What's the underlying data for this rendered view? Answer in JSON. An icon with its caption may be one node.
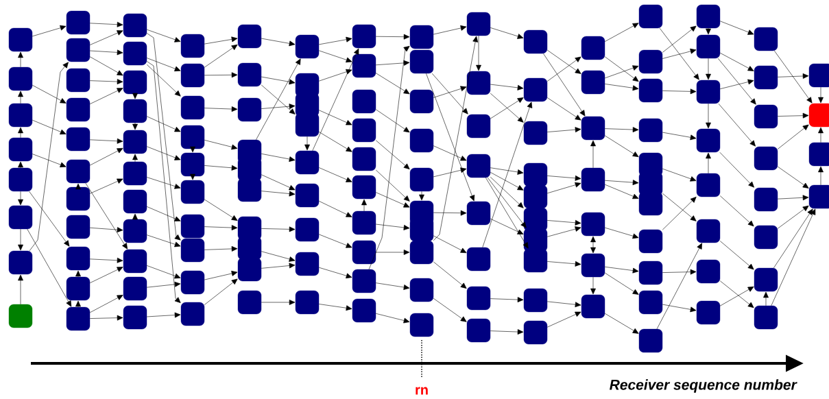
{
  "diagram": {
    "nodes": [
      {
        "text": [],
        "shape": "box"
      },
      {
        "text": [],
        "shape": "box"
      },
      {
        "text": [],
        "shape": "box"
      },
      {
        "text": [],
        "shape": "box"
      },
      {
        "text": [],
        "shape": "box"
      },
      {
        "text": [],
        "shape": "box"
      },
      {
        "text": [],
        "shape": "box"
      },
      {
        "text": [],
        "shape": "box"
      },
      {
        "text": [],
        "shape": "box"
      },
      {
        "text": [],
        "shape": "box"
      },
      {
        "text": [],
        "shape": "box"
      },
      {
        "text": [],
        "shape": "box"
      },
      {
        "text": [],
        "shape": "box"
      },
      {
        "text": [],
        "shape": "box"
      },
      {
        "text": [],
        "shape": "box"
      },
      {
        "text": [],
        "shape": "box"
      },
      {
        "text": [],
        "shape": "box"
      },
      {
        "text": [],
        "shape": "box"
      },
      {
        "text": [],
        "shape": "box"
      },
      {
        "text": [],
        "shape": "box"
      },
      {
        "text": [],
        "shape": "box"
      },
      {
        "text": [],
        "shape": "box"
      },
      {
        "text": [],
        "shape": "box"
      },
      {
        "text": [],
        "shape": "box"
      },
      {
        "text": [],
        "shape": "box"
      },
      {
        "text": [],
        "shape": "box"
      },
      {
        "text": [],
        "shape": "box"
      },
      {
        "text": [],
        "shape": "box"
      },
      {
        "text": [],
        "shape": "box"
      },
      {
        "text": [],
        "shape": "box"
      },
      {
        "text": [],
        "shape": "box"
      },
      {
        "text": [],
        "shape": "box"
      },
      {
        "text": [],
        "shape": "box"
      },
      {
        "text": [],
        "shape": "box"
      },
      {
        "text": [],
        "shape": "box"
      },
      {
        "text": [],
        "shape": "box"
      },
      {
        "text": [],
        "shape": "box"
      },
      {
        "text": [],
        "shape": "box"
      },
      {
        "text": [],
        "shape": "box"
      },
      {
        "text": [],
        "shape": "box"
      },
      {
        "text": [],
        "shape": "box"
      },
      {
        "text": [],
        "shape": "box"
      },
      {
        "text": [],
        "shape": "box"
      },
      {
        "text": [],
        "shape": "box"
      },
      {
        "text": [],
        "shape": "box"
      },
      {
        "text": [],
        "shape": "box"
      },
      {
        "text": [],
        "shape": "box"
      },
      {
        "text": [],
        "shape": "box"
      },
      {
        "text": [],
        "shape": "box"
      },
      {
        "text": [],
        "shape": "box"
      },
      {
        "text": [],
        "shape": "box"
      },
      {
        "text": [],
        "shape": "box"
      },
      {
        "text": [],
        "shape": "box"
      },
      {
        "text": [],
        "shape": "box"
      },
      {
        "text": [],
        "shape": "box"
      },
      {
        "text": [],
        "shape": "box"
      },
      {
        "text": [],
        "shape": "box"
      },
      {
        "text": [],
        "shape": "box"
      },
      {
        "text": [],
        "shape": "box"
      },
      {
        "text": [],
        "shape": "box"
      },
      {
        "text": [],
        "shape": "box"
      },
      {
        "text": [],
        "shape": "box"
      },
      {
        "text": [],
        "shape": "box"
      },
      {
        "text": [],
        "shape": "box"
      },
      {
        "text": [],
        "shape": "box"
      },
      {
        "text": [],
        "shape": "box"
      },
      {
        "text": [],
        "shape": "box"
      },
      {
        "text": [],
        "shape": "box"
      },
      {
        "text": [],
        "shape": "box"
      },
      {
        "text": [],
        "shape": "box"
      },
      {
        "text": [],
        "shape": "box"
      },
      {
        "text": [],
        "shape": "box"
      },
      {
        "text": [],
        "shape": "box"
      },
      {
        "text": [],
        "shape": "box"
      },
      {
        "text": [],
        "shape": "box"
      },
      {
        "text": [],
        "shape": "box"
      },
      {
        "text": [],
        "shape": "box"
      },
      {
        "text": [],
        "shape": "box"
      },
      {
        "text": [],
        "shape": "box"
      },
      {
        "text": [],
        "shape": "box"
      },
      {
        "text": [],
        "shape": "box"
      },
      {
        "text": [],
        "shape": "box"
      },
      {
        "text": [],
        "shape": "box"
      },
      {
        "text": [],
        "shape": "box"
      },
      {
        "text": [],
        "shape": "box"
      },
      {
        "text": [],
        "shape": "box"
      },
      {
        "text": [],
        "shape": "box"
      },
      {
        "text": [],
        "shape": "box"
      },
      {
        "text": [],
        "shape": "box"
      },
      {
        "text": [],
        "shape": "box"
      },
      {
        "text": [],
        "shape": "box"
      },
      {
        "text": [],
        "shape": "box"
      },
      {
        "text": [],
        "shape": "box"
      },
      {
        "text": [],
        "shape": "box"
      },
      {
        "text": [],
        "shape": "box"
      },
      {
        "text": [],
        "shape": "box"
      },
      {
        "text": [],
        "shape": "box"
      },
      {
        "text": [],
        "shape": "box"
      },
      {
        "text": [],
        "shape": "box"
      },
      {
        "text": [],
        "shape": "box"
      },
      {
        "text": [],
        "shape": "box"
      },
      {
        "text": [],
        "shape": "box"
      },
      {
        "text": [],
        "shape": "box"
      },
      {
        "text": [],
        "shape": "box"
      },
      {
        "text": [],
        "shape": "box"
      },
      {
        "text": [],
        "shape": "box"
      },
      {
        "text": [],
        "shape": "box"
      },
      {
        "text": [],
        "shape": "box"
      },
      {
        "text": [],
        "shape": "box"
      },
      {
        "text": [],
        "shape": "box"
      },
      {
        "text": [],
        "shape": "box"
      },
      {
        "text": [],
        "shape": "box"
      },
      {
        "text": [],
        "shape": "box"
      },
      {
        "text": [],
        "shape": "box"
      },
      {
        "text": [],
        "shape": "box"
      },
      {
        "text": [],
        "shape": "box"
      },
      {
        "text": [],
        "shape": "box"
      },
      {
        "text": [],
        "shape": "box"
      },
      {
        "text": [],
        "shape": "box"
      },
      {
        "text": [],
        "shape": "box"
      },
      {
        "text": [],
        "shape": "box"
      },
      {
        "text": [],
        "shape": "box"
      },
      {
        "text": [],
        "shape": "box"
      },
      {
        "text": [],
        "shape": "box"
      },
      {
        "text": [],
        "shape": "box"
      },
      {
        "text": [],
        "shape": "box"
      },
      {
        "text": [],
        "shape": "box"
      },
      {
        "text": [],
        "shape": "box"
      },
      {
        "text": [],
        "shape": "box"
      },
      {
        "text": [],
        "shape": "box"
      },
      {
        "text": [],
        "shape": "box"
      },
      {
        "text": [],
        "shape": "box"
      },
      {
        "text": [],
        "shape": "box"
      },
      {
        "text": [],
        "shape": "box"
      },
      {
        "text": [],
        "shape": "box"
      }
    ],
    "edges": [
      {
        "from": 7,
        "to": 6,
        "arrow": "to"
      },
      {
        "from": 1,
        "to": 0,
        "arrow": "to"
      },
      {
        "from": 2,
        "to": 1,
        "arrow": "to"
      },
      {
        "from": 3,
        "to": 2,
        "arrow": "to"
      },
      {
        "from": 4,
        "to": 3,
        "arrow": "to"
      },
      {
        "from": 4,
        "to": 5,
        "arrow": "to"
      },
      {
        "from": 5,
        "to": 6,
        "arrow": "to"
      },
      {
        "from": 0,
        "to": 8,
        "arrow": "to"
      },
      {
        "from": 1,
        "to": 11,
        "arrow": "to"
      },
      {
        "from": 2,
        "to": 12,
        "arrow": "to"
      },
      {
        "from": 3,
        "to": 13,
        "arrow": "to"
      },
      {
        "from": 4,
        "to": 16,
        "arrow": "to"
      },
      {
        "from": 5,
        "to": 18,
        "arrow": "to"
      },
      {
        "from": 6,
        "to": 9,
        "arrow": "to"
      },
      {
        "from": 14,
        "to": 13,
        "arrow": "to"
      },
      {
        "from": 17,
        "to": 16,
        "arrow": "to"
      },
      {
        "from": 18,
        "to": 17,
        "arrow": "to"
      },
      {
        "from": 8,
        "to": 19,
        "arrow": "to"
      },
      {
        "from": 9,
        "to": 19,
        "arrow": "to"
      },
      {
        "from": 9,
        "to": 20,
        "arrow": "to"
      },
      {
        "from": 9,
        "to": 21,
        "arrow": "to"
      },
      {
        "from": 10,
        "to": 21,
        "arrow": "to"
      },
      {
        "from": 11,
        "to": 21,
        "arrow": "to"
      },
      {
        "from": 12,
        "to": 23,
        "arrow": "to"
      },
      {
        "from": 13,
        "to": 23,
        "arrow": "to"
      },
      {
        "from": 14,
        "to": 24,
        "arrow": "to"
      },
      {
        "from": 15,
        "to": 26,
        "arrow": "to"
      },
      {
        "from": 16,
        "to": 27,
        "arrow": "to"
      },
      {
        "from": 17,
        "to": 27,
        "arrow": "to"
      },
      {
        "from": 18,
        "to": 28,
        "arrow": "to"
      },
      {
        "from": 18,
        "to": 29,
        "arrow": "to"
      },
      {
        "from": 13,
        "to": 27,
        "arrow": "to"
      },
      {
        "from": 21,
        "to": 22,
        "arrow": "to"
      },
      {
        "from": 22,
        "to": 23,
        "arrow": "to"
      },
      {
        "from": 24,
        "to": 23,
        "arrow": "to"
      },
      {
        "from": 26,
        "to": 25,
        "arrow": "to"
      },
      {
        "from": 19,
        "to": 30,
        "arrow": "to"
      },
      {
        "from": 20,
        "to": 31,
        "arrow": "to"
      },
      {
        "from": 20,
        "to": 32,
        "arrow": "to"
      },
      {
        "from": 22,
        "to": 33,
        "arrow": "to"
      },
      {
        "from": 23,
        "to": 34,
        "arrow": "to"
      },
      {
        "from": 24,
        "to": 35,
        "arrow": "to"
      },
      {
        "from": 25,
        "to": 36,
        "arrow": "to"
      },
      {
        "from": 26,
        "to": 37,
        "arrow": "to"
      },
      {
        "from": 27,
        "to": 38,
        "arrow": "to"
      },
      {
        "from": 28,
        "to": 38,
        "arrow": "to"
      },
      {
        "from": 29,
        "to": 39,
        "arrow": "to"
      },
      {
        "from": 19,
        "to": 37,
        "arrow": "to"
      },
      {
        "from": 20,
        "to": 39,
        "arrow": "to"
      },
      {
        "from": 33,
        "to": 34,
        "arrow": "to"
      },
      {
        "from": 34,
        "to": 35,
        "arrow": "to"
      },
      {
        "from": 30,
        "to": 40,
        "arrow": "to"
      },
      {
        "from": 31,
        "to": 40,
        "arrow": "to"
      },
      {
        "from": 31,
        "to": 41,
        "arrow": "to"
      },
      {
        "from": 32,
        "to": 42,
        "arrow": "to"
      },
      {
        "from": 33,
        "to": 43,
        "arrow": "to"
      },
      {
        "from": 34,
        "to": 44,
        "arrow": "to"
      },
      {
        "from": 35,
        "to": 46,
        "arrow": "to"
      },
      {
        "from": 36,
        "to": 46,
        "arrow": "to"
      },
      {
        "from": 37,
        "to": 47,
        "arrow": "to"
      },
      {
        "from": 38,
        "to": 48,
        "arrow": "to"
      },
      {
        "from": 39,
        "to": 48,
        "arrow": "to"
      },
      {
        "from": 40,
        "to": 50,
        "arrow": "to"
      },
      {
        "from": 41,
        "to": 51,
        "arrow": "to"
      },
      {
        "from": 41,
        "to": 53,
        "arrow": "to"
      },
      {
        "from": 42,
        "to": 52,
        "arrow": "to"
      },
      {
        "from": 43,
        "to": 54,
        "arrow": "to"
      },
      {
        "from": 44,
        "to": 55,
        "arrow": "to"
      },
      {
        "from": 45,
        "to": 55,
        "arrow": "to"
      },
      {
        "from": 46,
        "to": 56,
        "arrow": "to"
      },
      {
        "from": 47,
        "to": 57,
        "arrow": "to"
      },
      {
        "from": 48,
        "to": 57,
        "arrow": "to"
      },
      {
        "from": 49,
        "to": 58,
        "arrow": "to"
      },
      {
        "from": 43,
        "to": 50,
        "arrow": "to"
      },
      {
        "from": 53,
        "to": 54,
        "arrow": "to"
      },
      {
        "from": 50,
        "to": 59,
        "arrow": "to"
      },
      {
        "from": 51,
        "to": 60,
        "arrow": "to"
      },
      {
        "from": 52,
        "to": 62,
        "arrow": "to"
      },
      {
        "from": 53,
        "to": 63,
        "arrow": "to"
      },
      {
        "from": 54,
        "to": 64,
        "arrow": "to"
      },
      {
        "from": 55,
        "to": 65,
        "arrow": "to"
      },
      {
        "from": 56,
        "to": 66,
        "arrow": "to"
      },
      {
        "from": 57,
        "to": 67,
        "arrow": "to"
      },
      {
        "from": 58,
        "to": 68,
        "arrow": "to"
      },
      {
        "from": 50,
        "to": 60,
        "arrow": "to"
      },
      {
        "from": 54,
        "to": 59,
        "arrow": "to"
      },
      {
        "from": 65,
        "to": 64,
        "arrow": "to"
      },
      {
        "from": 59,
        "to": 69,
        "arrow": "to"
      },
      {
        "from": 60,
        "to": 70,
        "arrow": "to"
      },
      {
        "from": 61,
        "to": 72,
        "arrow": "to"
      },
      {
        "from": 62,
        "to": 73,
        "arrow": "to"
      },
      {
        "from": 63,
        "to": 74,
        "arrow": "to"
      },
      {
        "from": 64,
        "to": 74,
        "arrow": "to"
      },
      {
        "from": 65,
        "to": 75,
        "arrow": "to"
      },
      {
        "from": 66,
        "to": 76,
        "arrow": "to"
      },
      {
        "from": 67,
        "to": 77,
        "arrow": "to"
      },
      {
        "from": 68,
        "to": 78,
        "arrow": "to"
      },
      {
        "from": 60,
        "to": 71,
        "arrow": "to"
      },
      {
        "from": 67,
        "to": 69,
        "arrow": "to"
      },
      {
        "from": 73,
        "to": 74,
        "arrow": "to"
      },
      {
        "from": 69,
        "to": 79,
        "arrow": "to"
      },
      {
        "from": 70,
        "to": 81,
        "arrow": "to"
      },
      {
        "from": 71,
        "to": 80,
        "arrow": "to"
      },
      {
        "from": 72,
        "to": 82,
        "arrow": "to"
      },
      {
        "from": 73,
        "to": 82,
        "arrow": "to"
      },
      {
        "from": 74,
        "to": 83,
        "arrow": "to"
      },
      {
        "from": 75,
        "to": 84,
        "arrow": "to"
      },
      {
        "from": 76,
        "to": 85,
        "arrow": "to"
      },
      {
        "from": 77,
        "to": 86,
        "arrow": "to"
      },
      {
        "from": 70,
        "to": 83,
        "arrow": "to"
      },
      {
        "from": 76,
        "to": 79,
        "arrow": "to"
      },
      {
        "from": 79,
        "to": 80,
        "arrow": "to"
      },
      {
        "from": 79,
        "to": 87,
        "arrow": "to"
      },
      {
        "from": 80,
        "to": 88,
        "arrow": "to"
      },
      {
        "from": 80,
        "to": 89,
        "arrow": "to"
      },
      {
        "from": 81,
        "to": 88,
        "arrow": "to"
      },
      {
        "from": 82,
        "to": 90,
        "arrow": "to"
      },
      {
        "from": 82,
        "to": 91,
        "arrow": "to"
      },
      {
        "from": 82,
        "to": 92,
        "arrow": "to"
      },
      {
        "from": 82,
        "to": 93,
        "arrow": "to"
      },
      {
        "from": 82,
        "to": 94,
        "arrow": "to"
      },
      {
        "from": 83,
        "to": 93,
        "arrow": "to"
      },
      {
        "from": 84,
        "to": 88,
        "arrow": "to"
      },
      {
        "from": 85,
        "to": 95,
        "arrow": "to"
      },
      {
        "from": 86,
        "to": 96,
        "arrow": "to"
      },
      {
        "from": 87,
        "to": 98,
        "arrow": "to"
      },
      {
        "from": 88,
        "to": 97,
        "arrow": "to"
      },
      {
        "from": 88,
        "to": 99,
        "arrow": "to"
      },
      {
        "from": 89,
        "to": 99,
        "arrow": "to"
      },
      {
        "from": 90,
        "to": 100,
        "arrow": "to"
      },
      {
        "from": 91,
        "to": 100,
        "arrow": "to"
      },
      {
        "from": 92,
        "to": 101,
        "arrow": "to"
      },
      {
        "from": 93,
        "to": 101,
        "arrow": "to"
      },
      {
        "from": 94,
        "to": 102,
        "arrow": "to"
      },
      {
        "from": 95,
        "to": 103,
        "arrow": "to"
      },
      {
        "from": 96,
        "to": 103,
        "arrow": "to"
      },
      {
        "from": 87,
        "to": 99,
        "arrow": "to"
      },
      {
        "from": 100,
        "to": 99,
        "arrow": "to"
      },
      {
        "from": 101,
        "to": 102,
        "arrow": "both"
      },
      {
        "from": 102,
        "to": 103,
        "arrow": "to"
      },
      {
        "from": 97,
        "to": 104,
        "arrow": "to"
      },
      {
        "from": 98,
        "to": 105,
        "arrow": "to"
      },
      {
        "from": 98,
        "to": 106,
        "arrow": "to"
      },
      {
        "from": 99,
        "to": 107,
        "arrow": "to"
      },
      {
        "from": 99,
        "to": 108,
        "arrow": "to"
      },
      {
        "from": 100,
        "to": 109,
        "arrow": "to"
      },
      {
        "from": 100,
        "to": 110,
        "arrow": "to"
      },
      {
        "from": 101,
        "to": 111,
        "arrow": "to"
      },
      {
        "from": 102,
        "to": 112,
        "arrow": "to"
      },
      {
        "from": 102,
        "to": 113,
        "arrow": "to"
      },
      {
        "from": 103,
        "to": 114,
        "arrow": "to"
      },
      {
        "from": 97,
        "to": 106,
        "arrow": "to"
      },
      {
        "from": 104,
        "to": 117,
        "arrow": "to"
      },
      {
        "from": 105,
        "to": 115,
        "arrow": "to"
      },
      {
        "from": 105,
        "to": 116,
        "arrow": "to"
      },
      {
        "from": 106,
        "to": 117,
        "arrow": "to"
      },
      {
        "from": 107,
        "to": 118,
        "arrow": "to"
      },
      {
        "from": 108,
        "to": 119,
        "arrow": "to"
      },
      {
        "from": 109,
        "to": 120,
        "arrow": "to"
      },
      {
        "from": 111,
        "to": 119,
        "arrow": "to"
      },
      {
        "from": 112,
        "to": 121,
        "arrow": "to"
      },
      {
        "from": 113,
        "to": 122,
        "arrow": "to"
      },
      {
        "from": 114,
        "to": 120,
        "arrow": "to"
      },
      {
        "from": 115,
        "to": 116,
        "arrow": "to"
      },
      {
        "from": 117,
        "to": 118,
        "arrow": "to"
      },
      {
        "from": 119,
        "to": 118,
        "arrow": "to"
      },
      {
        "from": 115,
        "to": 123,
        "arrow": "to"
      },
      {
        "from": 116,
        "to": 124,
        "arrow": "to"
      },
      {
        "from": 116,
        "to": 125,
        "arrow": "to"
      },
      {
        "from": 117,
        "to": 126,
        "arrow": "to"
      },
      {
        "from": 118,
        "to": 127,
        "arrow": "to"
      },
      {
        "from": 119,
        "to": 128,
        "arrow": "to"
      },
      {
        "from": 120,
        "to": 129,
        "arrow": "to"
      },
      {
        "from": 121,
        "to": 130,
        "arrow": "to"
      },
      {
        "from": 122,
        "to": 129,
        "arrow": "to"
      },
      {
        "from": 117,
        "to": 124,
        "arrow": "to"
      },
      {
        "from": 130,
        "to": 129,
        "arrow": "to"
      },
      {
        "from": 123,
        "to": 132,
        "arrow": "to"
      },
      {
        "from": 124,
        "to": 131,
        "arrow": "to"
      },
      {
        "from": 125,
        "to": 132,
        "arrow": "to"
      },
      {
        "from": 126,
        "to": 132,
        "arrow": "to"
      },
      {
        "from": 126,
        "to": 134,
        "arrow": "to"
      },
      {
        "from": 127,
        "to": 134,
        "arrow": "to"
      },
      {
        "from": 128,
        "to": 134,
        "arrow": "to"
      },
      {
        "from": 129,
        "to": 134,
        "arrow": "to"
      },
      {
        "from": 130,
        "to": 134,
        "arrow": "to"
      },
      {
        "from": 131,
        "to": 132,
        "arrow": "to"
      },
      {
        "from": 134,
        "to": 133,
        "arrow": "to"
      },
      {
        "from": 116,
        "to": 117,
        "arrow": "to"
      },
      {
        "from": 133,
        "to": 132,
        "arrow": "to"
      }
    ],
    "labels": [
      "rn",
      "Receiver sequence number"
    ]
  }
}
